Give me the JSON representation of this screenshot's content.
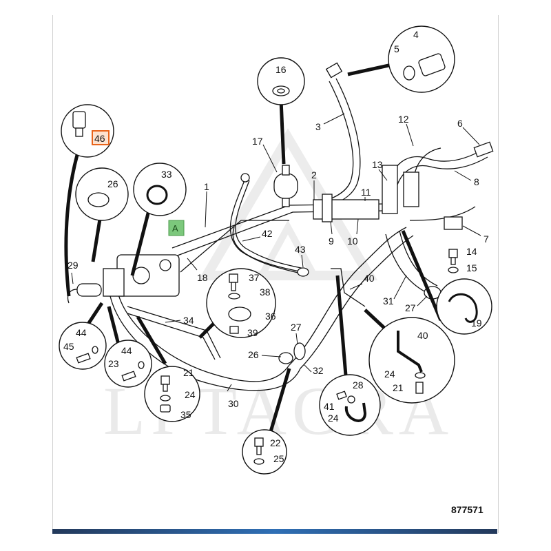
{
  "diagram": {
    "watermark": "LPTAGRA",
    "reference_number": "877571",
    "highlight_color": "#e8631a",
    "marker": {
      "label": "A",
      "color": "#7cc87c"
    },
    "labels": {
      "l1": "1",
      "l2": "2",
      "l3": "3",
      "l4": "4",
      "l5": "5",
      "l6": "6",
      "l7": "7",
      "l8": "8",
      "l9": "9",
      "l10": "10",
      "l11": "11",
      "l12": "12",
      "l13": "13",
      "l14": "14",
      "l15": "15",
      "l16": "16",
      "l17": "17",
      "l18": "18",
      "l19": "19",
      "l21a": "21",
      "l21b": "21",
      "l22": "22",
      "l23": "23",
      "l24a": "24",
      "l24b": "24",
      "l24c": "24",
      "l25": "25",
      "l26a": "26",
      "l26b": "26",
      "l27a": "27",
      "l27b": "27",
      "l28": "28",
      "l29": "29",
      "l30": "30",
      "l31": "31",
      "l32": "32",
      "l33": "33",
      "l34": "34",
      "l35": "35",
      "l36": "36",
      "l37": "37",
      "l38": "38",
      "l39": "39",
      "l40a": "40",
      "l40b": "40",
      "l41": "41",
      "l42": "42",
      "l43": "43",
      "l44a": "44",
      "l44b": "44",
      "l45": "45",
      "l46": "46"
    }
  }
}
